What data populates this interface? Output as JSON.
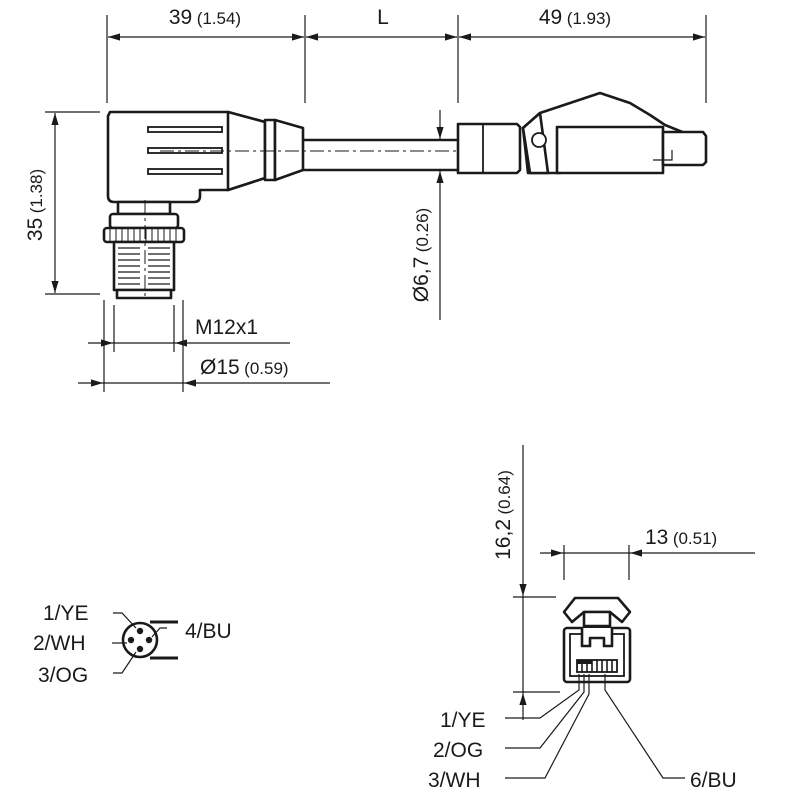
{
  "dimensions": {
    "left_length": {
      "main": "39",
      "sub": "(1.54)"
    },
    "cable_length": {
      "main": "L"
    },
    "right_length": {
      "main": "49",
      "sub": "(1.93)"
    },
    "height": {
      "main": "35",
      "sub": "(1.38)"
    },
    "thread": {
      "main": "M12x1"
    },
    "outer_diameter": {
      "main": "Ø15",
      "sub": "(0.59)"
    },
    "cable_diameter": {
      "main": "Ø6,7",
      "sub": "(0.26)"
    },
    "rj45_height": {
      "main": "16,2",
      "sub": "(0.64)"
    },
    "rj45_width": {
      "main": "13",
      "sub": "(0.51)"
    }
  },
  "m12_pinout": [
    "1/YE",
    "2/WH",
    "3/OG",
    "4/BU"
  ],
  "rj45_pinout": [
    "1/YE",
    "2/OG",
    "3/WH",
    "6/BU"
  ]
}
